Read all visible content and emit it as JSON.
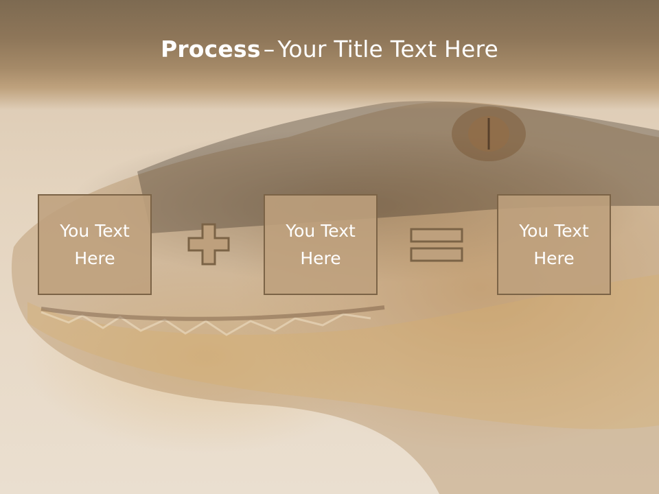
{
  "slide": {
    "title_bold": "Process",
    "title_dash": "–",
    "title_rest": "Your Title Text Here",
    "background_image": "alligator-head-photo",
    "colors": {
      "title_band": "#8e7659",
      "box_fill": "#bea07d",
      "box_border": "#7b6346",
      "text": "#ffffff"
    }
  },
  "process": {
    "boxes": [
      {
        "label": "You Text Here"
      },
      {
        "label": "You Text Here"
      },
      {
        "label": "You Text Here"
      }
    ],
    "operators": [
      "plus-icon",
      "equals-icon"
    ]
  }
}
